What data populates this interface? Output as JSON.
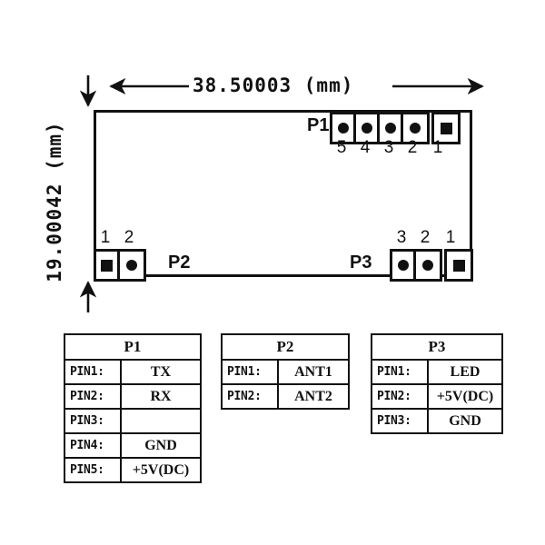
{
  "drawing": {
    "width_dimension": "38.50003 (mm)",
    "height_dimension": "19.00042 (mm)"
  },
  "connectors": {
    "p1": {
      "label": "P1",
      "pin_numbers": [
        "5",
        "4",
        "3",
        "2",
        "1"
      ],
      "pad_shapes": [
        "round",
        "round",
        "round",
        "round",
        "square"
      ]
    },
    "p2": {
      "label": "P2",
      "pin_numbers": [
        "1",
        "2"
      ],
      "pad_shapes": [
        "square",
        "round"
      ]
    },
    "p3": {
      "label": "P3",
      "pin_numbers": [
        "3",
        "2",
        "1"
      ],
      "pad_shapes": [
        "round",
        "round",
        "square"
      ]
    }
  },
  "tables": {
    "p1": {
      "title": "P1",
      "rows": [
        {
          "pin": "PIN1:",
          "value": "TX"
        },
        {
          "pin": "PIN2:",
          "value": "RX"
        },
        {
          "pin": "PIN3:",
          "value": ""
        },
        {
          "pin": "PIN4:",
          "value": "GND"
        },
        {
          "pin": "PIN5:",
          "value": "+5V(DC)"
        }
      ]
    },
    "p2": {
      "title": "P2",
      "rows": [
        {
          "pin": "PIN1:",
          "value": "ANT1"
        },
        {
          "pin": "PIN2:",
          "value": "ANT2"
        }
      ]
    },
    "p3": {
      "title": "P3",
      "rows": [
        {
          "pin": "PIN1:",
          "value": "LED"
        },
        {
          "pin": "PIN2:",
          "value": "+5V(DC)"
        },
        {
          "pin": "PIN3:",
          "value": "GND"
        }
      ]
    }
  },
  "colors": {
    "line": "#111111",
    "background": "#ffffff"
  }
}
